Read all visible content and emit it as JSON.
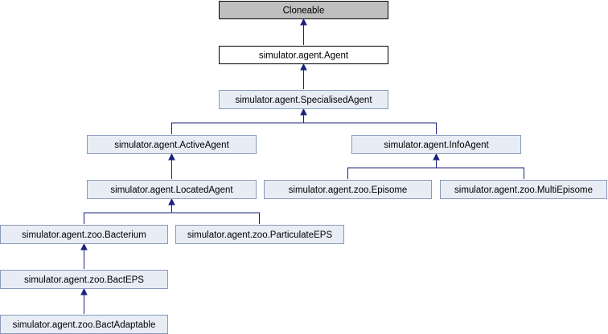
{
  "nodes": {
    "cloneable": "Cloneable",
    "agent": "simulator.agent.Agent",
    "specialised_agent": "simulator.agent.SpecialisedAgent",
    "active_agent": "simulator.agent.ActiveAgent",
    "info_agent": "simulator.agent.InfoAgent",
    "located_agent": "simulator.agent.LocatedAgent",
    "episome": "simulator.agent.zoo.Episome",
    "multi_episome": "simulator.agent.zoo.MultiEpisome",
    "bacterium": "simulator.agent.zoo.Bacterium",
    "particulate_eps": "simulator.agent.zoo.ParticulateEPS",
    "bact_eps": "simulator.agent.zoo.BactEPS",
    "bact_adaptable": "simulator.agent.zoo.BactAdaptable"
  },
  "colors": {
    "root_fill": "#bfbfbf",
    "current_fill": "#ffffff",
    "link_fill": "#e8ecf5",
    "link_border": "#8899bb",
    "edge": "#1a237e"
  }
}
